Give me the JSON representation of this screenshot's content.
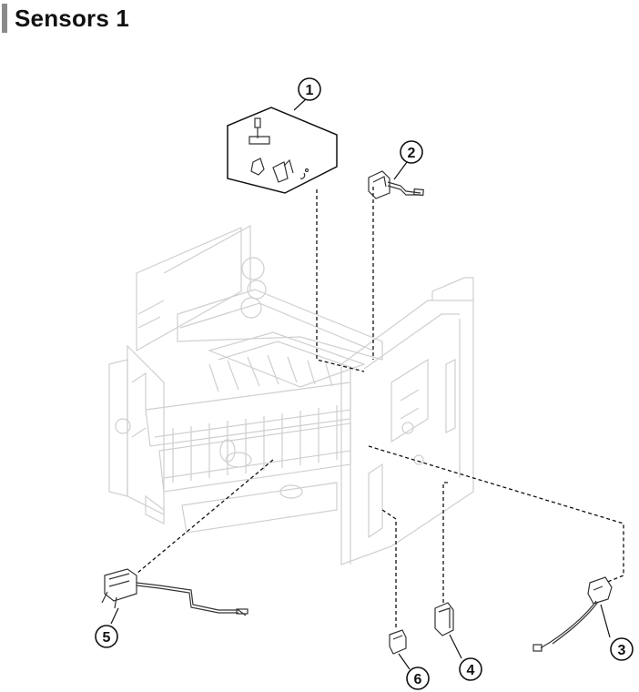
{
  "page": {
    "title": "Sensors 1"
  },
  "callouts": [
    {
      "id": "1",
      "label": "1"
    },
    {
      "id": "2",
      "label": "2"
    },
    {
      "id": "3",
      "label": "3"
    },
    {
      "id": "4",
      "label": "4"
    },
    {
      "id": "5",
      "label": "5"
    },
    {
      "id": "6",
      "label": "6"
    }
  ]
}
